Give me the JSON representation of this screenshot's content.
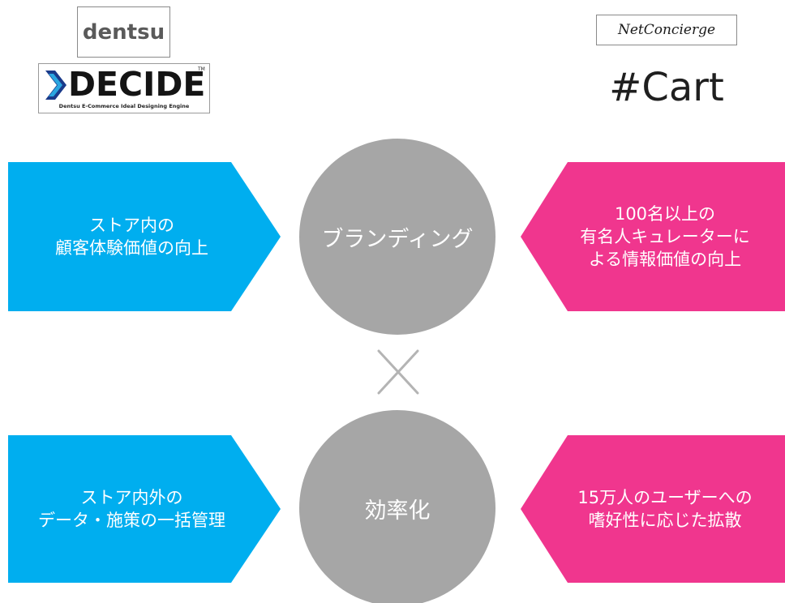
{
  "logos": {
    "dentsu": "dentsu",
    "decide_title": "DECIDE",
    "decide_tm": "TM",
    "decide_subtitle": "Dentsu E-Commerce Ideal Designing Engine",
    "net_concierge": "NetConcierge",
    "cart": "#Cart"
  },
  "diagram": {
    "top": {
      "circle_label": "ブランディング",
      "left_box": [
        "ストア内の",
        "顧客体験価値の向上"
      ],
      "right_box": [
        "100名以上の",
        "有名人キュレーターに",
        "よる情報価値の向上"
      ]
    },
    "connector_symbol": "×",
    "bottom": {
      "circle_label": "効率化",
      "left_box": [
        "ストア内外の",
        "データ・施策の一括管理"
      ],
      "right_box": [
        "15万人のユーザーへの",
        "嗜好性に応じた拡散"
      ]
    }
  },
  "colors": {
    "left_arrow": "#00aeef",
    "right_arrow": "#f0368e",
    "circle": "#a6a6a6",
    "cross": "#b4b4b4"
  }
}
